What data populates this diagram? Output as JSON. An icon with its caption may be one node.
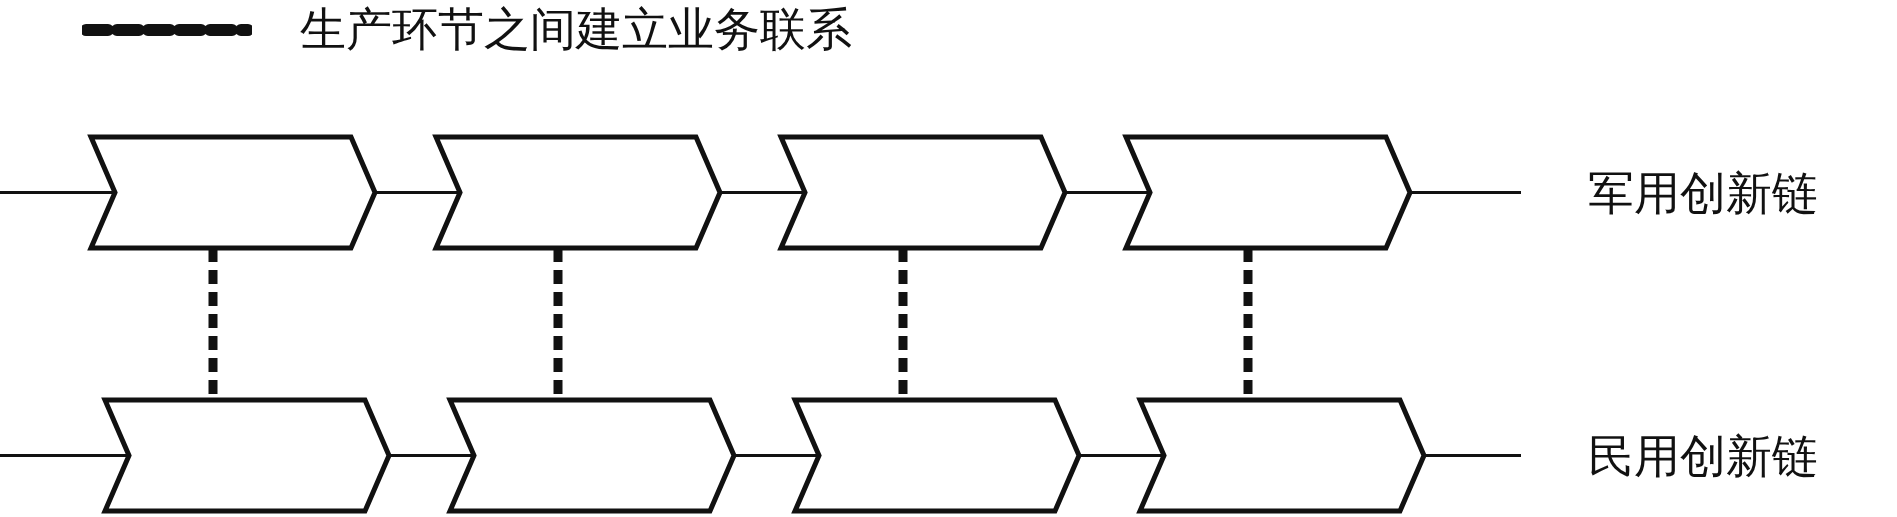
{
  "diagram": {
    "nodes": [
      {
        "text": [],
        "shape": "chevron"
      },
      {
        "text": [],
        "shape": "chevron"
      },
      {
        "text": [],
        "shape": "chevron"
      },
      {
        "text": [],
        "shape": "chevron"
      },
      {
        "text": [],
        "shape": "chevron"
      },
      {
        "text": [],
        "shape": "chevron"
      },
      {
        "text": [],
        "shape": "chevron"
      },
      {
        "text": [],
        "shape": "chevron"
      }
    ],
    "edges": [
      {
        "from": null,
        "to": 0,
        "arrow": "none"
      },
      {
        "from": 0,
        "to": 1,
        "arrow": "none"
      },
      {
        "from": 1,
        "to": 2,
        "arrow": "none"
      },
      {
        "from": 2,
        "to": 3,
        "arrow": "none"
      },
      {
        "from": 3,
        "to": null,
        "arrow": "none"
      },
      {
        "from": 0,
        "to": 4,
        "arrow": "none",
        "style": "dashed"
      },
      {
        "from": 1,
        "to": 5,
        "arrow": "none",
        "style": "dashed"
      },
      {
        "from": 2,
        "to": 6,
        "arrow": "none",
        "style": "dashed"
      },
      {
        "from": 3,
        "to": 7,
        "arrow": "none",
        "style": "dashed"
      },
      {
        "from": null,
        "to": 4,
        "arrow": "none"
      },
      {
        "from": 4,
        "to": 5,
        "arrow": "none"
      },
      {
        "from": 5,
        "to": 6,
        "arrow": "none"
      },
      {
        "from": 6,
        "to": 7,
        "arrow": "none"
      },
      {
        "from": 7,
        "to": null,
        "arrow": "none"
      }
    ],
    "labels": [
      "军用创新链",
      "民用创新链"
    ],
    "legend": [
      {
        "text": "生产环节之间建立业务联系"
      }
    ]
  }
}
